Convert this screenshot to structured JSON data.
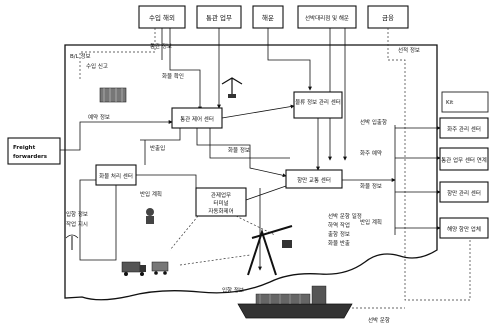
{
  "top_boxes": [
    "수입 해외",
    "통관 업무",
    "해운",
    "선박대리점 및 해운",
    "금융"
  ],
  "center_boxes": {
    "control_center": "통관 제어 센터",
    "info_center": "물류 정보 관리 센터",
    "port_center": "항만 교통 센터",
    "processing": "화물 처리 센터",
    "automation": [
      "관제업무",
      "터미널",
      "자동화제어"
    ]
  },
  "freight_box": [
    "Freight",
    "forwarders"
  ],
  "right_top_label": "Kit",
  "right_boxes": [
    "화주 관리 센터",
    "통관 업무 센터 연계",
    "항만 관리 센터",
    "해양 항만 업체"
  ],
  "right_inbound_labels": [
    "선박 입출항",
    "화주 예약",
    "화물 정보",
    "반입 계획"
  ],
  "small_labels": {
    "top_left": [
      "B/L 정보",
      "수입 신고",
      "통관 정보",
      "화물 확인"
    ],
    "mid": [
      "예약 정보",
      "화물 정보",
      "반출입"
    ],
    "left": [
      "반입 계획",
      "입항 정보",
      "작업 지시"
    ],
    "bottom": [
      "입항 정보",
      "선박 운항"
    ],
    "port_notes": [
      "선박 운항 일정",
      "하역 작업",
      "출항 정보",
      "화물 반출"
    ],
    "top_right": "선적 정보"
  }
}
